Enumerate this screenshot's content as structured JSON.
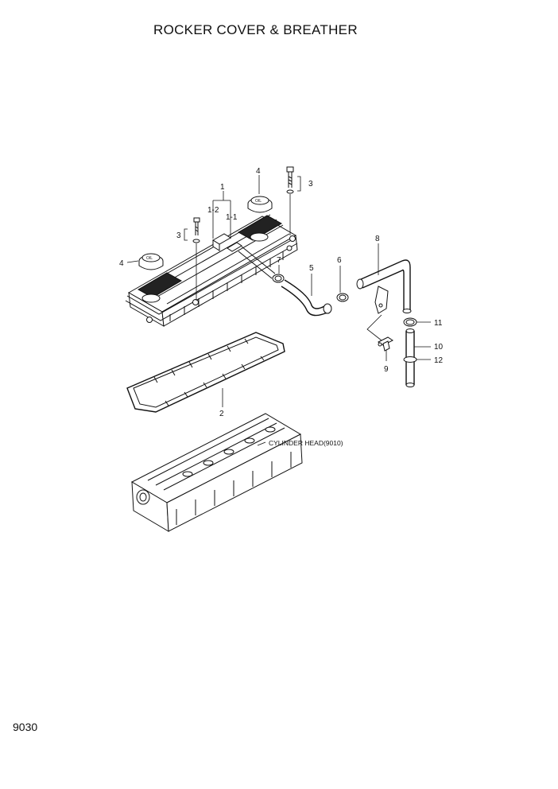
{
  "title": "ROCKER COVER & BREATHER",
  "page_number": "9030",
  "callouts": {
    "p1": "1",
    "p1_1": "1-1",
    "p1_2": "1-2",
    "p2": "2",
    "p3_top": "3",
    "p3_left": "3",
    "p4_top": "4",
    "p4_left": "4",
    "p5": "5",
    "p6": "6",
    "p7": "7",
    "p8": "8",
    "p9": "9",
    "p10": "10",
    "p11": "11",
    "p12": "12"
  },
  "reference_label": "CYLINDER HEAD(9010)",
  "cap_text": "OIL"
}
